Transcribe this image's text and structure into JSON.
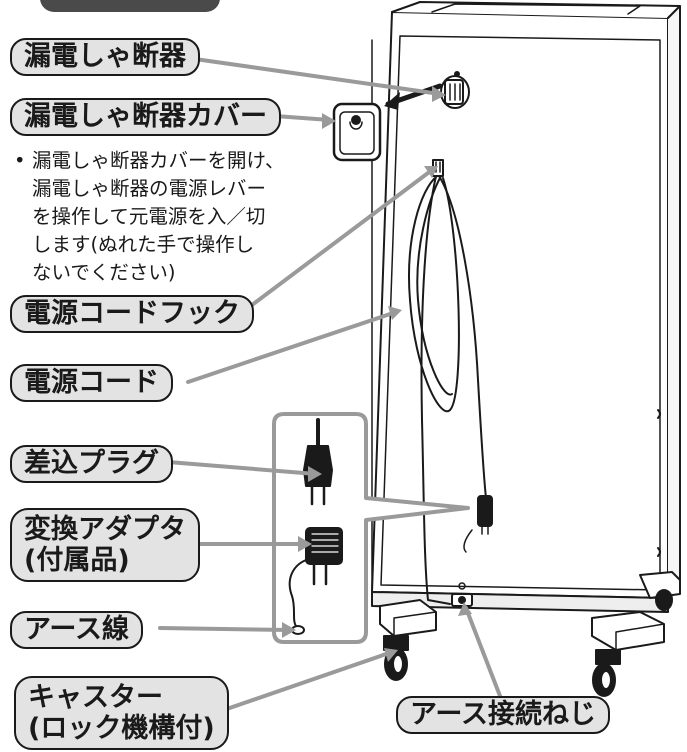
{
  "labels": {
    "breaker": "漏電しゃ断器",
    "breaker_cover": "漏電しゃ断器カバー",
    "cord_hook": "電源コードフック",
    "power_cord": "電源コード",
    "plug": "差込プラグ",
    "adapter_line1": "変換アダプタ",
    "adapter_line2": "(付属品)",
    "ground_wire": "アース線",
    "caster_line1": "キャスター",
    "caster_line2": "(ロック機構付)",
    "ground_screw": "アース接続ねじ"
  },
  "note": {
    "bullet": "•",
    "lines": [
      "漏電しゃ断器カバーを開け、",
      "漏電しゃ断器の電源レバー",
      "を操作して元電源を入／切",
      "します(ぬれた手で操作し",
      "ないでください)"
    ]
  },
  "colors": {
    "label_fill": "#e3e3e3",
    "ink": "#1a1a1a",
    "leader": "#9a9a9a",
    "inset_border": "#9a9a9a"
  }
}
